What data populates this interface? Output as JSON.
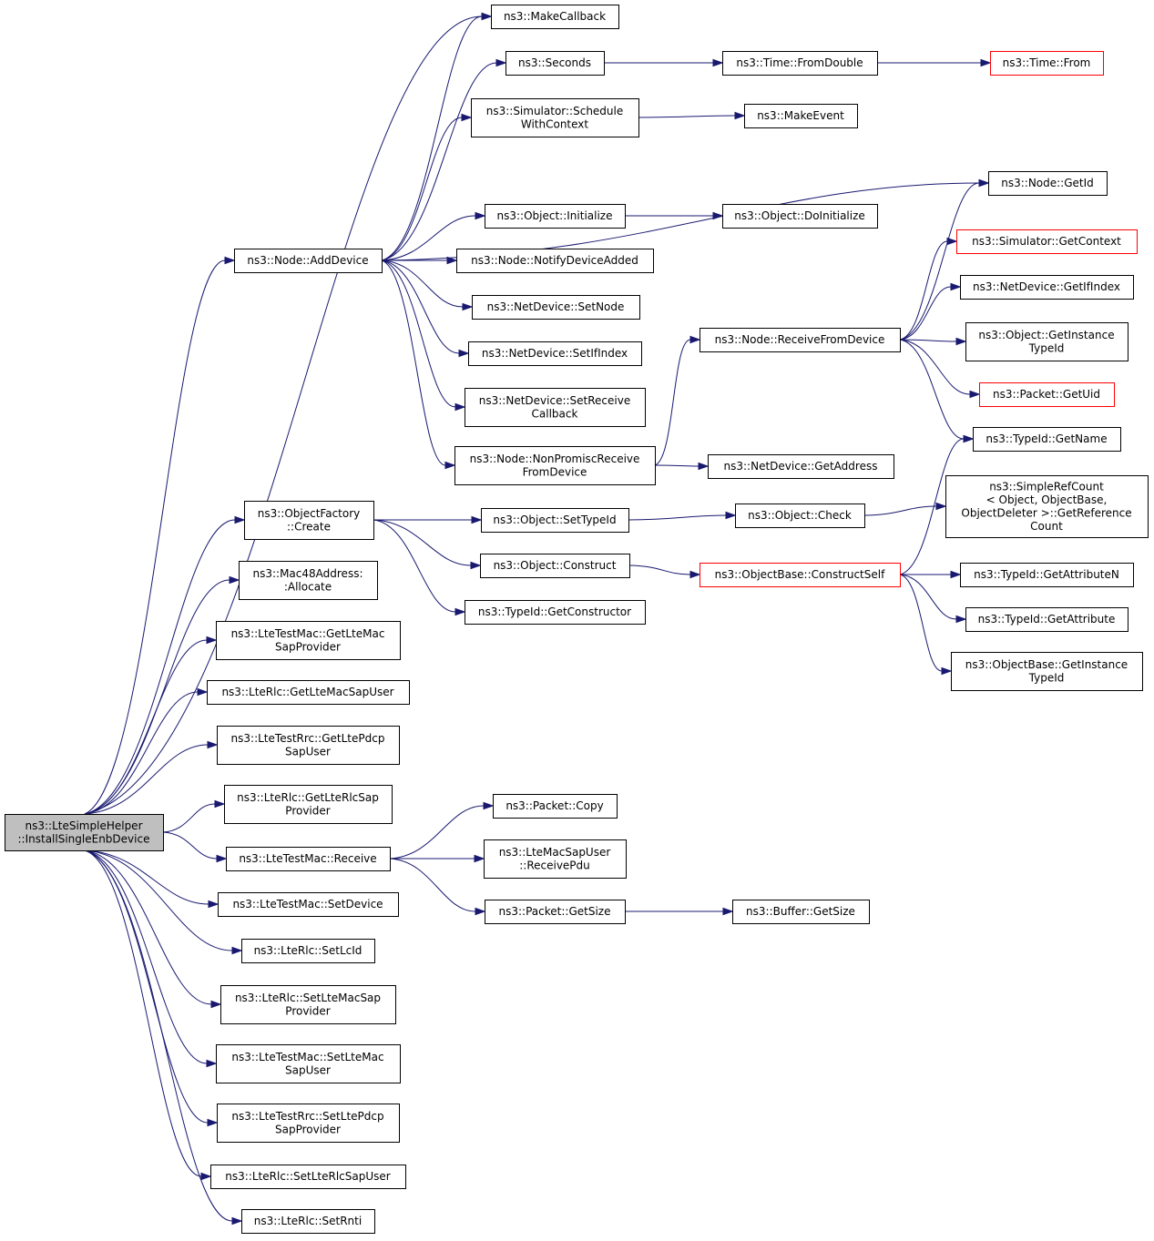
{
  "diagram": {
    "nodes": [
      {
        "id": "root",
        "lines": [
          "ns3::LteSimpleHelper",
          "::InstallSingleEnbDevice"
        ],
        "style": "root"
      },
      {
        "id": "makecallback",
        "lines": [
          "ns3::MakeCallback"
        ]
      },
      {
        "id": "seconds",
        "lines": [
          "ns3::Seconds"
        ]
      },
      {
        "id": "fromdouble",
        "lines": [
          "ns3::Time::FromDouble"
        ]
      },
      {
        "id": "timefrom",
        "lines": [
          "ns3::Time::From"
        ],
        "style": "red"
      },
      {
        "id": "schedule",
        "lines": [
          "ns3::Simulator::Schedule",
          "WithContext"
        ]
      },
      {
        "id": "makeevent",
        "lines": [
          "ns3::MakeEvent"
        ]
      },
      {
        "id": "nodegetid",
        "lines": [
          "ns3::Node::GetId"
        ]
      },
      {
        "id": "objinit",
        "lines": [
          "ns3::Object::Initialize"
        ]
      },
      {
        "id": "objdoinit",
        "lines": [
          "ns3::Object::DoInitialize"
        ]
      },
      {
        "id": "adddevice",
        "lines": [
          "ns3::Node::AddDevice"
        ]
      },
      {
        "id": "notify",
        "lines": [
          "ns3::Node::NotifyDeviceAdded"
        ]
      },
      {
        "id": "setnode",
        "lines": [
          "ns3::NetDevice::SetNode"
        ]
      },
      {
        "id": "setifindex",
        "lines": [
          "ns3::NetDevice::SetIfIndex"
        ]
      },
      {
        "id": "setreceive",
        "lines": [
          "ns3::NetDevice::SetReceive",
          "Callback"
        ]
      },
      {
        "id": "nonpromisc",
        "lines": [
          "ns3::Node::NonPromiscReceive",
          "FromDevice"
        ]
      },
      {
        "id": "netgetaddr",
        "lines": [
          "ns3::NetDevice::GetAddress"
        ]
      },
      {
        "id": "recvfrom",
        "lines": [
          "ns3::Node::ReceiveFromDevice"
        ]
      },
      {
        "id": "getcontext",
        "lines": [
          "ns3::Simulator::GetContext"
        ],
        "style": "red"
      },
      {
        "id": "getifindex",
        "lines": [
          "ns3::NetDevice::GetIfIndex"
        ]
      },
      {
        "id": "getinsttypeid",
        "lines": [
          "ns3::Object::GetInstance",
          "TypeId"
        ]
      },
      {
        "id": "pktgetuid",
        "lines": [
          "ns3::Packet::GetUid"
        ],
        "style": "red"
      },
      {
        "id": "typeidgetname",
        "lines": [
          "ns3::TypeId::GetName"
        ]
      },
      {
        "id": "factorycreate",
        "lines": [
          "ns3::ObjectFactory",
          "::Create"
        ]
      },
      {
        "id": "settypeid",
        "lines": [
          "ns3::Object::SetTypeId"
        ]
      },
      {
        "id": "objcheck",
        "lines": [
          "ns3::Object::Check"
        ]
      },
      {
        "id": "simplerefcount",
        "lines": [
          "ns3::SimpleRefCount",
          "< Object, ObjectBase,",
          "ObjectDeleter >::GetReference",
          "Count"
        ]
      },
      {
        "id": "objconstruct",
        "lines": [
          "ns3::Object::Construct"
        ]
      },
      {
        "id": "constructself",
        "lines": [
          "ns3::ObjectBase::ConstructSelf"
        ],
        "style": "red"
      },
      {
        "id": "getattrn",
        "lines": [
          "ns3::TypeId::GetAttributeN"
        ]
      },
      {
        "id": "getattr",
        "lines": [
          "ns3::TypeId::GetAttribute"
        ]
      },
      {
        "id": "obgetinsttypeid",
        "lines": [
          "ns3::ObjectBase::GetInstance",
          "TypeId"
        ]
      },
      {
        "id": "getconstructor",
        "lines": [
          "ns3::TypeId::GetConstructor"
        ]
      },
      {
        "id": "mac48alloc",
        "lines": [
          "ns3::Mac48Address:",
          ":Allocate"
        ]
      },
      {
        "id": "getltemacsapprov",
        "lines": [
          "ns3::LteTestMac::GetLteMac",
          "SapProvider"
        ]
      },
      {
        "id": "getltemacsapuser",
        "lines": [
          "ns3::LteRlc::GetLteMacSapUser"
        ]
      },
      {
        "id": "getltepdcpsapuser",
        "lines": [
          "ns3::LteTestRrc::GetLtePdcp",
          "SapUser"
        ]
      },
      {
        "id": "getlterlcsapprov",
        "lines": [
          "ns3::LteRlc::GetLteRlcSap",
          "Provider"
        ]
      },
      {
        "id": "ltetestmacreceive",
        "lines": [
          "ns3::LteTestMac::Receive"
        ]
      },
      {
        "id": "pktcopy",
        "lines": [
          "ns3::Packet::Copy"
        ]
      },
      {
        "id": "receivepdu",
        "lines": [
          "ns3::LteMacSapUser",
          "::ReceivePdu"
        ]
      },
      {
        "id": "pktgetsize",
        "lines": [
          "ns3::Packet::GetSize"
        ]
      },
      {
        "id": "bufgetsize",
        "lines": [
          "ns3::Buffer::GetSize"
        ]
      },
      {
        "id": "setdevice",
        "lines": [
          "ns3::LteTestMac::SetDevice"
        ]
      },
      {
        "id": "setlcid",
        "lines": [
          "ns3::LteRlc::SetLcId"
        ]
      },
      {
        "id": "setltemacsapprov",
        "lines": [
          "ns3::LteRlc::SetLteMacSap",
          "Provider"
        ]
      },
      {
        "id": "setltemacsapuser",
        "lines": [
          "ns3::LteTestMac::SetLteMac",
          "SapUser"
        ]
      },
      {
        "id": "setltepdcpsapprov",
        "lines": [
          "ns3::LteTestRrc::SetLtePdcp",
          "SapProvider"
        ]
      },
      {
        "id": "setlterlcsapuser",
        "lines": [
          "ns3::LteRlc::SetLteRlcSapUser"
        ]
      },
      {
        "id": "setrnti",
        "lines": [
          "ns3::LteRlc::SetRnti"
        ]
      }
    ],
    "edges": [
      [
        "root",
        "makecallback"
      ],
      [
        "root",
        "adddevice"
      ],
      [
        "root",
        "factorycreate"
      ],
      [
        "root",
        "mac48alloc"
      ],
      [
        "root",
        "getltemacsapprov"
      ],
      [
        "root",
        "getltemacsapuser"
      ],
      [
        "root",
        "getltepdcpsapuser"
      ],
      [
        "root",
        "getlterlcsapprov"
      ],
      [
        "root",
        "ltetestmacreceive"
      ],
      [
        "root",
        "setdevice"
      ],
      [
        "root",
        "setlcid"
      ],
      [
        "root",
        "setltemacsapprov"
      ],
      [
        "root",
        "setltemacsapuser"
      ],
      [
        "root",
        "setltepdcpsapprov"
      ],
      [
        "root",
        "setlterlcsapuser"
      ],
      [
        "root",
        "setrnti"
      ],
      [
        "adddevice",
        "makecallback"
      ],
      [
        "adddevice",
        "seconds"
      ],
      [
        "adddevice",
        "schedule"
      ],
      [
        "adddevice",
        "nodegetid"
      ],
      [
        "adddevice",
        "objinit"
      ],
      [
        "adddevice",
        "notify"
      ],
      [
        "adddevice",
        "setnode"
      ],
      [
        "adddevice",
        "setifindex"
      ],
      [
        "adddevice",
        "setreceive"
      ],
      [
        "adddevice",
        "nonpromisc"
      ],
      [
        "seconds",
        "fromdouble"
      ],
      [
        "fromdouble",
        "timefrom"
      ],
      [
        "schedule",
        "makeevent"
      ],
      [
        "objinit",
        "objdoinit"
      ],
      [
        "nonpromisc",
        "recvfrom"
      ],
      [
        "nonpromisc",
        "netgetaddr"
      ],
      [
        "recvfrom",
        "nodegetid"
      ],
      [
        "recvfrom",
        "getcontext"
      ],
      [
        "recvfrom",
        "getifindex"
      ],
      [
        "recvfrom",
        "getinsttypeid"
      ],
      [
        "recvfrom",
        "pktgetuid"
      ],
      [
        "recvfrom",
        "typeidgetname"
      ],
      [
        "factorycreate",
        "settypeid"
      ],
      [
        "factorycreate",
        "objconstruct"
      ],
      [
        "factorycreate",
        "getconstructor"
      ],
      [
        "settypeid",
        "objcheck"
      ],
      [
        "objcheck",
        "simplerefcount"
      ],
      [
        "objconstruct",
        "constructself"
      ],
      [
        "constructself",
        "typeidgetname"
      ],
      [
        "constructself",
        "getattrn"
      ],
      [
        "constructself",
        "getattr"
      ],
      [
        "constructself",
        "obgetinsttypeid"
      ],
      [
        "ltetestmacreceive",
        "pktcopy"
      ],
      [
        "ltetestmacreceive",
        "receivepdu"
      ],
      [
        "ltetestmacreceive",
        "pktgetsize"
      ],
      [
        "pktgetsize",
        "bufgetsize"
      ]
    ]
  }
}
